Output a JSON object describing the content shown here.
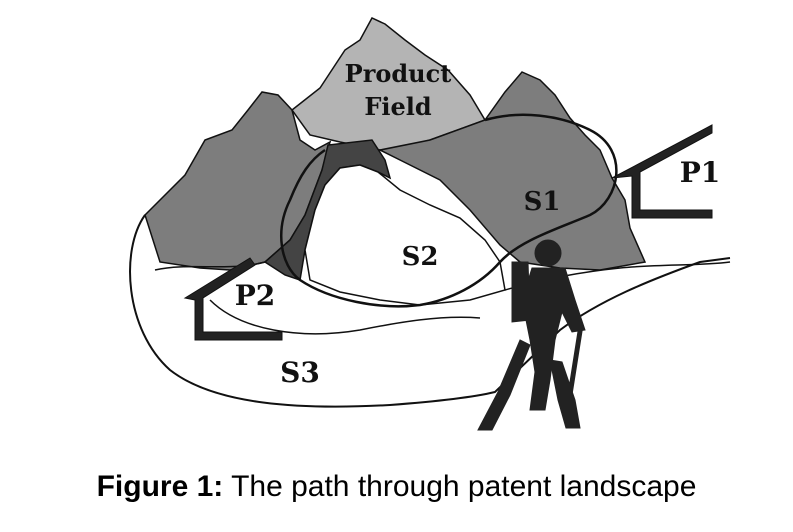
{
  "diagram": {
    "labels": {
      "product_field_line1": "Product",
      "product_field_line2": "Field",
      "s1": "S1",
      "s2": "S2",
      "s3": "S3",
      "p1": "P1",
      "p2": "P2"
    }
  },
  "caption": {
    "number": "Figure 1:",
    "text": "The path through patent landscape"
  },
  "colors": {
    "mountain_light": "#b4b4b4",
    "mountain_mid": "#7d7d7d",
    "mountain_dark": "#444444",
    "ink": "#111111",
    "background": "#ffffff"
  }
}
